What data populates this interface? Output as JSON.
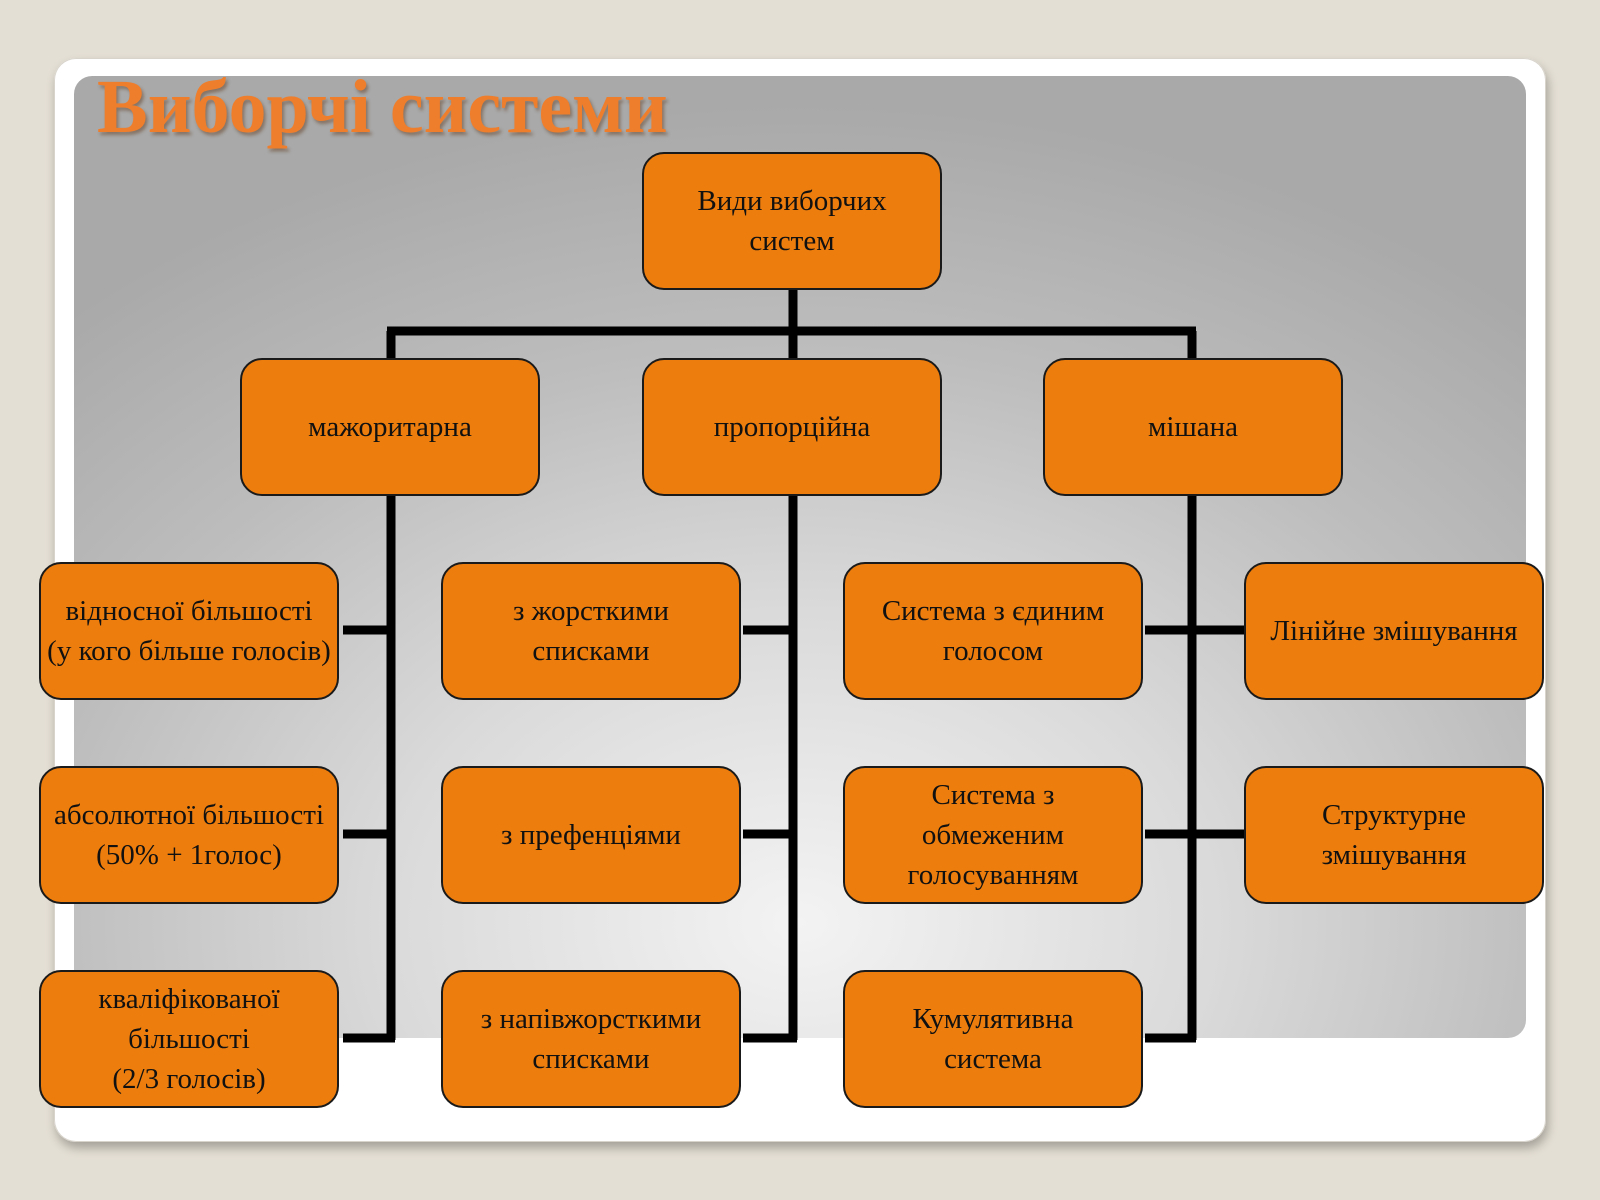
{
  "title": "Виборчі системи",
  "root": {
    "label": "Види виборчих\nсистем"
  },
  "branches": [
    {
      "label": "мажоритарна",
      "children": [
        "відносної більшості\n(у кого більше голосів)",
        "абсолютної більшості\n(50% + 1голос)",
        "кваліфікованої\nбільшості\n(2/3 голосів)"
      ]
    },
    {
      "label": "пропорційна",
      "children": [
        "з жорсткими\nсписками",
        "з префенціями",
        "з напівжорсткими\nсписками"
      ]
    },
    {
      "label": "мішана",
      "children_left": [
        "Система з єдиним\nголосом",
        "Система з\nобмеженим\nголосуванням",
        "Кумулятивна\nсистема"
      ],
      "children_right": [
        "Лінійне змішування",
        "Структурне\nзмішування"
      ]
    }
  ],
  "colors": {
    "node_fill": "#ed7d0d",
    "title": "#ef7e2c",
    "connector": "#000000"
  }
}
